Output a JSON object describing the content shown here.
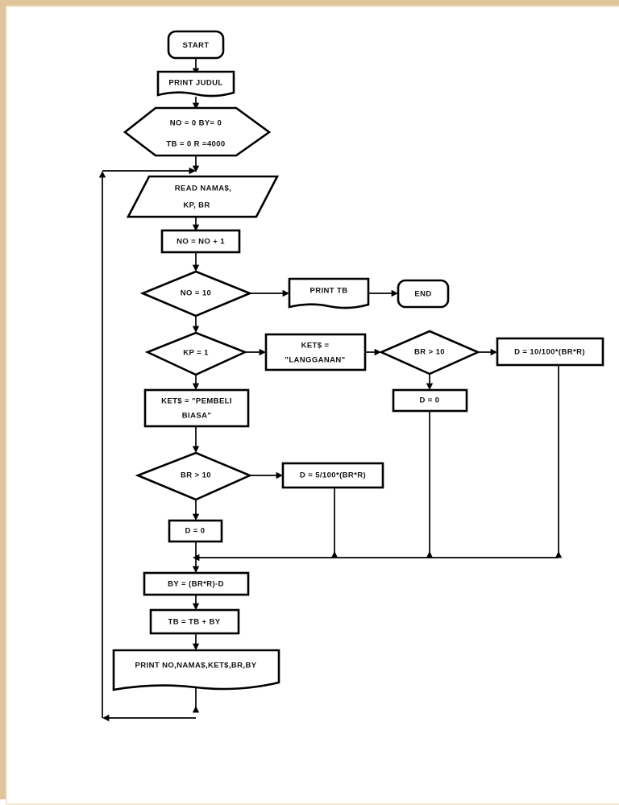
{
  "page": {
    "background_color": "#ffffff",
    "border_color": "#e0c49a",
    "title": "Flowchart"
  },
  "diagram": {
    "type": "flowchart",
    "line_color": "#000000",
    "shape_fill": "#ffffff",
    "nodes": [
      {
        "id": "start",
        "shape": "terminator",
        "lines": [
          "START"
        ]
      },
      {
        "id": "print_judul",
        "shape": "document",
        "lines": [
          "PRINT JUDUL"
        ]
      },
      {
        "id": "init",
        "shape": "preparation",
        "lines": [
          "NO = 0  BY= 0",
          "TB = 0 R =4000"
        ]
      },
      {
        "id": "read",
        "shape": "input-output",
        "lines": [
          "READ NAMA$,",
          "KP, BR"
        ]
      },
      {
        "id": "no_inc",
        "shape": "process",
        "lines": [
          "NO = NO + 1"
        ]
      },
      {
        "id": "no_eq_10",
        "shape": "decision",
        "lines": [
          "NO = 10"
        ]
      },
      {
        "id": "print_tb",
        "shape": "document",
        "lines": [
          "PRINT TB"
        ]
      },
      {
        "id": "end",
        "shape": "terminator",
        "lines": [
          "END"
        ]
      },
      {
        "id": "kp_eq_1",
        "shape": "decision",
        "lines": [
          "KP = 1"
        ]
      },
      {
        "id": "ket_lang",
        "shape": "process",
        "lines": [
          "KET$ =",
          "\"LANGGANAN\""
        ]
      },
      {
        "id": "br_gt_10_top",
        "shape": "decision",
        "lines": [
          "BR > 10"
        ]
      },
      {
        "id": "d_10",
        "shape": "process",
        "lines": [
          "D = 10/100*(BR*R)"
        ]
      },
      {
        "id": "d_zero_top",
        "shape": "process",
        "lines": [
          "D = 0"
        ]
      },
      {
        "id": "ket_biasa",
        "shape": "process",
        "lines": [
          "KET$ = \"PEMBELI",
          "BIASA\""
        ]
      },
      {
        "id": "br_gt_10_bot",
        "shape": "decision",
        "lines": [
          "BR > 10"
        ]
      },
      {
        "id": "d_5",
        "shape": "process",
        "lines": [
          "D = 5/100*(BR*R)"
        ]
      },
      {
        "id": "d_zero_bot",
        "shape": "process",
        "lines": [
          "D = 0"
        ]
      },
      {
        "id": "by_calc",
        "shape": "process",
        "lines": [
          "BY = (BR*R)-D"
        ]
      },
      {
        "id": "tb_calc",
        "shape": "process",
        "lines": [
          "TB = TB + BY"
        ]
      },
      {
        "id": "print_row",
        "shape": "document",
        "lines": [
          "PRINT  NO,NAMA$,KET$,BR,BY"
        ]
      }
    ],
    "edges": [
      {
        "from": "start",
        "to": "print_judul"
      },
      {
        "from": "print_judul",
        "to": "init"
      },
      {
        "from": "init",
        "to": "read"
      },
      {
        "from": "read",
        "to": "no_inc"
      },
      {
        "from": "no_inc",
        "to": "no_eq_10"
      },
      {
        "from": "no_eq_10",
        "to": "print_tb"
      },
      {
        "from": "no_eq_10",
        "to": "kp_eq_1"
      },
      {
        "from": "print_tb",
        "to": "end"
      },
      {
        "from": "kp_eq_1",
        "to": "ket_lang"
      },
      {
        "from": "kp_eq_1",
        "to": "ket_biasa"
      },
      {
        "from": "ket_lang",
        "to": "br_gt_10_top"
      },
      {
        "from": "br_gt_10_top",
        "to": "d_10"
      },
      {
        "from": "br_gt_10_top",
        "to": "d_zero_top"
      },
      {
        "from": "ket_biasa",
        "to": "br_gt_10_bot"
      },
      {
        "from": "br_gt_10_bot",
        "to": "d_5"
      },
      {
        "from": "br_gt_10_bot",
        "to": "d_zero_bot"
      },
      {
        "from": "d_zero_bot",
        "to": "by_calc"
      },
      {
        "from": "d_5",
        "to": "by_calc"
      },
      {
        "from": "d_zero_top",
        "to": "by_calc"
      },
      {
        "from": "d_10",
        "to": "by_calc"
      },
      {
        "from": "by_calc",
        "to": "tb_calc"
      },
      {
        "from": "tb_calc",
        "to": "print_row"
      },
      {
        "from": "print_row",
        "to": "read"
      }
    ]
  }
}
